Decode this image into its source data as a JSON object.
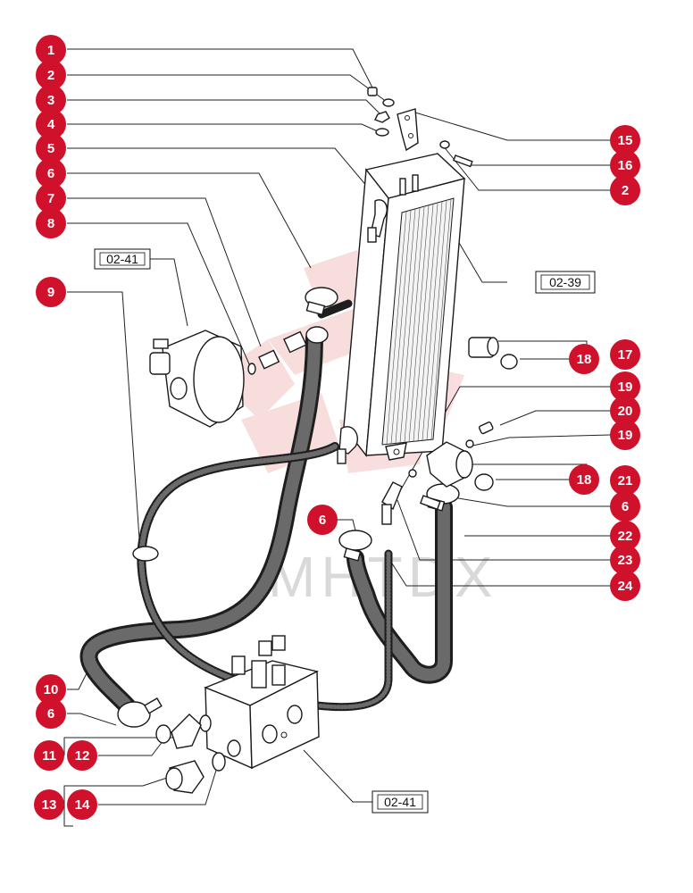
{
  "watermark": {
    "text": "MHTDX",
    "color": "#d9d9d9",
    "logo_color": "#f3c2c2"
  },
  "badge_color": "#d0112b",
  "callouts": [
    {
      "id": "c1",
      "label": "1"
    },
    {
      "id": "c2",
      "label": "2"
    },
    {
      "id": "c3",
      "label": "3"
    },
    {
      "id": "c4",
      "label": "4"
    },
    {
      "id": "c5",
      "label": "5"
    },
    {
      "id": "c6a",
      "label": "6"
    },
    {
      "id": "c7",
      "label": "7"
    },
    {
      "id": "c8",
      "label": "8"
    },
    {
      "id": "c9",
      "label": "9"
    },
    {
      "id": "c15",
      "label": "15"
    },
    {
      "id": "c16",
      "label": "16"
    },
    {
      "id": "c2b",
      "label": "2"
    },
    {
      "id": "c17",
      "label": "17"
    },
    {
      "id": "c18a",
      "label": "18"
    },
    {
      "id": "c19a",
      "label": "19"
    },
    {
      "id": "c20",
      "label": "20"
    },
    {
      "id": "c19b",
      "label": "19"
    },
    {
      "id": "c21",
      "label": "21"
    },
    {
      "id": "c18b",
      "label": "18"
    },
    {
      "id": "c6b",
      "label": "6"
    },
    {
      "id": "c22",
      "label": "22"
    },
    {
      "id": "c23",
      "label": "23"
    },
    {
      "id": "c24",
      "label": "24"
    },
    {
      "id": "c6c",
      "label": "6"
    },
    {
      "id": "c10",
      "label": "10"
    },
    {
      "id": "c6d",
      "label": "6"
    },
    {
      "id": "c11",
      "label": "11"
    },
    {
      "id": "c12",
      "label": "12"
    },
    {
      "id": "c13",
      "label": "13"
    },
    {
      "id": "c14",
      "label": "14"
    }
  ],
  "references": [
    {
      "id": "r1",
      "label": "02-41"
    },
    {
      "id": "r2",
      "label": "02-39"
    },
    {
      "id": "r3",
      "label": "02-41"
    }
  ]
}
